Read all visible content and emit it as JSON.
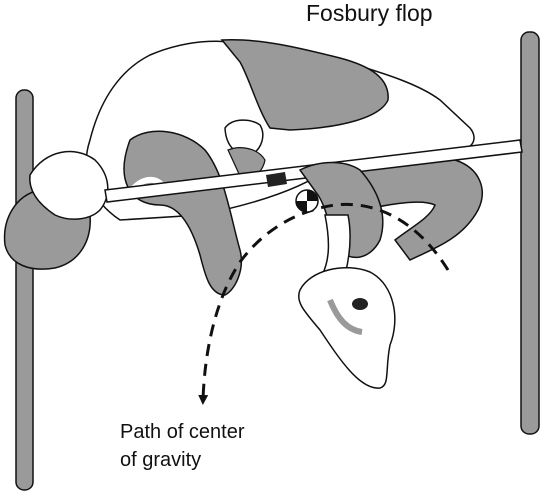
{
  "title": "Fosbury flop",
  "caption": {
    "line1": "Path of center",
    "line2": "of gravity"
  },
  "colors": {
    "figure_gray": "#9a9a9a",
    "bar_gray": "#d8d8d8",
    "outline": "#111111"
  },
  "icons": {
    "center_of_gravity": "center-of-gravity-symbol"
  }
}
